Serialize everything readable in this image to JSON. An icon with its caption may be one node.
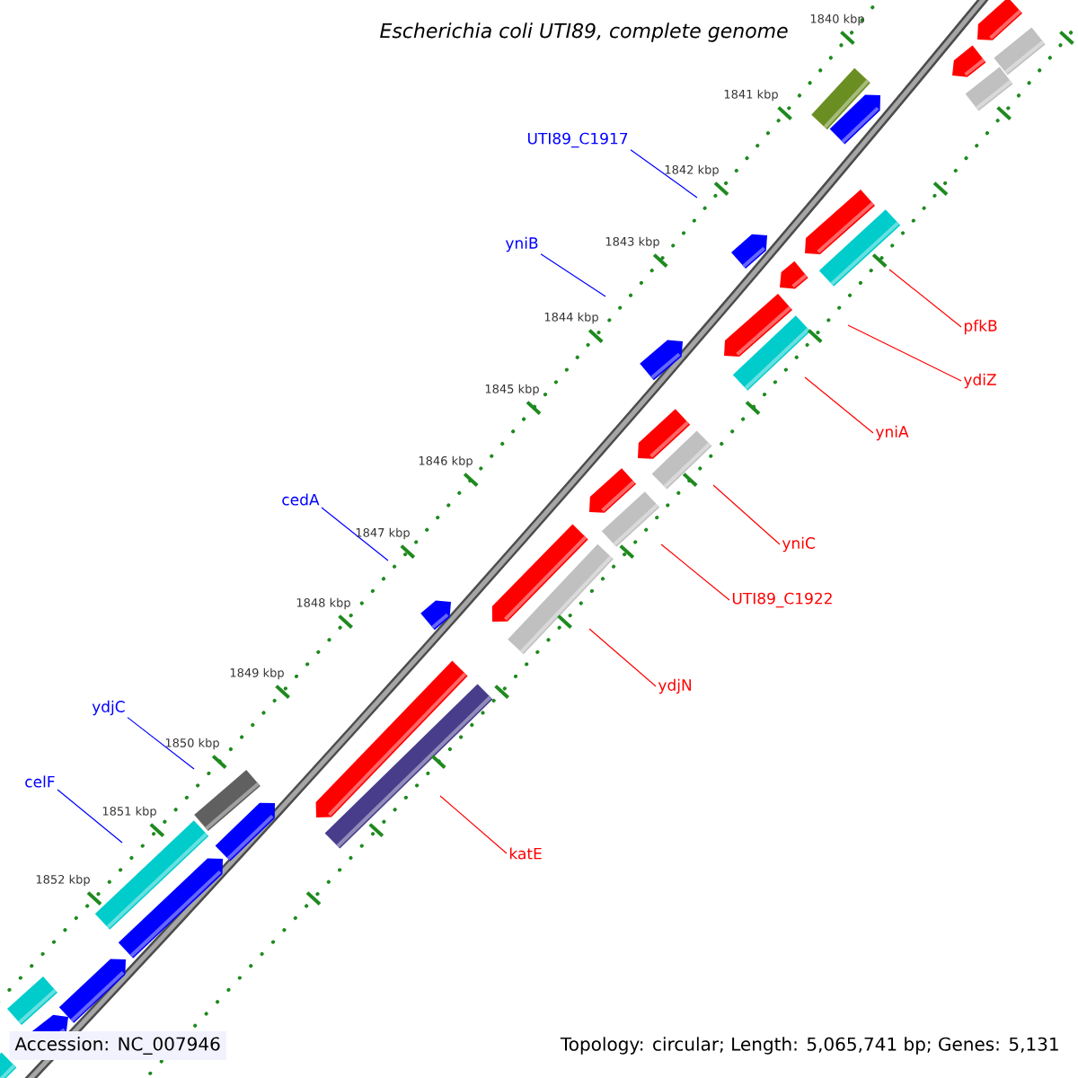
{
  "diagram": {
    "title": "Escherichia coli UTI89, complete genome",
    "nodes": [
      {
        "text": [
          "UTI89_C1917"
        ]
      },
      {
        "text": [
          "yniB"
        ]
      },
      {
        "text": [
          "pfkB"
        ]
      },
      {
        "text": [
          "ydiZ"
        ]
      },
      {
        "text": [
          "yniA"
        ]
      },
      {
        "text": [
          "cedA"
        ]
      },
      {
        "text": [
          "yniC"
        ]
      },
      {
        "text": [
          "UTI89_C1922"
        ]
      },
      {
        "text": [
          "ydjN"
        ]
      },
      {
        "text": [
          "ydjC"
        ]
      },
      {
        "text": [
          "celF"
        ]
      },
      {
        "text": [
          "katE"
        ]
      }
    ],
    "edges": [
      {
        "from": 0,
        "to": null,
        "arrow": "none",
        "color": "#0000ff"
      },
      {
        "from": 1,
        "to": null,
        "arrow": "none",
        "color": "#0000ff"
      },
      {
        "from": 2,
        "to": null,
        "arrow": "none"
      },
      {
        "from": 3,
        "to": null,
        "arrow": "none"
      },
      {
        "from": 4,
        "to": null,
        "arrow": "none"
      },
      {
        "from": 5,
        "to": null,
        "arrow": "none",
        "color": "#0000ff"
      },
      {
        "from": 6,
        "to": null,
        "arrow": "none"
      },
      {
        "from": 7,
        "to": null,
        "arrow": "none"
      },
      {
        "from": 8,
        "to": null,
        "arrow": "none"
      },
      {
        "from": 9,
        "to": null,
        "arrow": "none",
        "color": "#0000ff"
      },
      {
        "from": 10,
        "to": null,
        "arrow": "none",
        "color": "#0000ff"
      },
      {
        "from": 11,
        "to": null,
        "arrow": "none"
      }
    ],
    "labels": [
      "1840 kbp",
      "1841 kbp",
      "1842 kbp",
      "1843 kbp",
      "1844 kbp",
      "1845 kbp",
      "1846 kbp",
      "1847 kbp",
      "1848 kbp",
      "1849 kbp",
      "1850 kbp",
      "1851 kbp",
      "1852 kbp",
      "Accession: NC_007946",
      "Topology: circular; Length: 5,065,741 bp; Genes: 5,131"
    ]
  }
}
